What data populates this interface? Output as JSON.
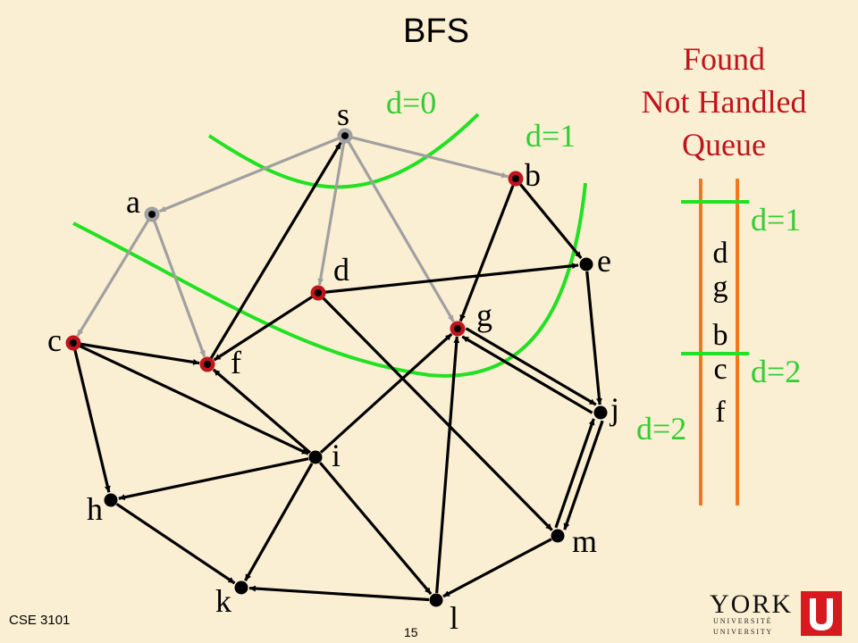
{
  "slide": {
    "title": "BFS",
    "course": "CSE 3101",
    "page_number": "15"
  },
  "legend": {
    "lines": [
      "Found",
      "Not Handled",
      "Queue"
    ]
  },
  "nodes": [
    {
      "id": "s",
      "label": "s",
      "state": "handled"
    },
    {
      "id": "a",
      "label": "a",
      "state": "handled"
    },
    {
      "id": "b",
      "label": "b",
      "state": "found"
    },
    {
      "id": "c",
      "label": "c",
      "state": "found"
    },
    {
      "id": "d",
      "label": "d",
      "state": "found"
    },
    {
      "id": "e",
      "label": "e",
      "state": "unvisited"
    },
    {
      "id": "f",
      "label": "f",
      "state": "found"
    },
    {
      "id": "g",
      "label": "g",
      "state": "found"
    },
    {
      "id": "h",
      "label": "h",
      "state": "unvisited"
    },
    {
      "id": "i",
      "label": "i",
      "state": "unvisited"
    },
    {
      "id": "j",
      "label": "j",
      "state": "unvisited"
    },
    {
      "id": "k",
      "label": "k",
      "state": "unvisited"
    },
    {
      "id": "l",
      "label": "l",
      "state": "unvisited"
    },
    {
      "id": "m",
      "label": "m",
      "state": "unvisited"
    }
  ],
  "edges": [
    {
      "from": "s",
      "to": "a",
      "style": "gray"
    },
    {
      "from": "s",
      "to": "b",
      "style": "gray"
    },
    {
      "from": "s",
      "to": "d",
      "style": "gray"
    },
    {
      "from": "s",
      "to": "g",
      "style": "gray"
    },
    {
      "from": "a",
      "to": "c",
      "style": "gray"
    },
    {
      "from": "a",
      "to": "f",
      "style": "gray"
    },
    {
      "from": "f",
      "to": "s",
      "style": "black"
    },
    {
      "from": "b",
      "to": "e",
      "style": "black"
    },
    {
      "from": "b",
      "to": "g",
      "style": "black"
    },
    {
      "from": "d",
      "to": "e",
      "style": "black"
    },
    {
      "from": "d",
      "to": "f",
      "style": "black"
    },
    {
      "from": "d",
      "to": "m",
      "style": "black"
    },
    {
      "from": "c",
      "to": "f",
      "style": "black"
    },
    {
      "from": "c",
      "to": "i",
      "style": "black"
    },
    {
      "from": "c",
      "to": "h",
      "style": "black"
    },
    {
      "from": "e",
      "to": "j",
      "style": "black"
    },
    {
      "from": "g",
      "to": "j",
      "style": "black"
    },
    {
      "from": "j",
      "to": "g",
      "style": "black"
    },
    {
      "from": "i",
      "to": "f",
      "style": "black"
    },
    {
      "from": "i",
      "to": "g",
      "style": "black"
    },
    {
      "from": "i",
      "to": "h",
      "style": "black"
    },
    {
      "from": "i",
      "to": "k",
      "style": "black"
    },
    {
      "from": "i",
      "to": "l",
      "style": "black"
    },
    {
      "from": "h",
      "to": "k",
      "style": "black"
    },
    {
      "from": "l",
      "to": "k",
      "style": "black"
    },
    {
      "from": "l",
      "to": "g",
      "style": "black"
    },
    {
      "from": "m",
      "to": "l",
      "style": "black"
    },
    {
      "from": "j",
      "to": "m",
      "style": "black"
    },
    {
      "from": "m",
      "to": "j",
      "style": "black"
    }
  ],
  "frontier_labels": {
    "d0": "d=0",
    "d1": "d=1",
    "d2": "d=2"
  },
  "queue": {
    "items": [
      "d",
      "g",
      "b",
      "c",
      "f"
    ],
    "upper_label": "d=1",
    "lower_label": "d=2"
  },
  "logo": {
    "name": "YORK",
    "line1": "U N I V E R S I T É",
    "line2": "U N I V E R S I T Y"
  },
  "colors": {
    "background": "#fbefd3",
    "accent_red": "#c0141c",
    "frontier_green": "#22e022",
    "label_green": "#33cc33",
    "queue_orange": "#f07820",
    "handled_gray": "#a0a0a0"
  }
}
